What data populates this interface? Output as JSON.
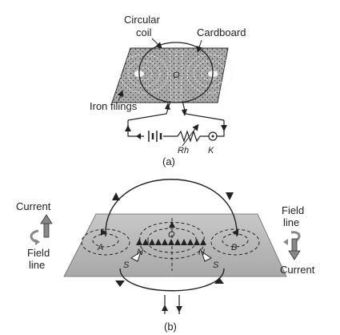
{
  "figure_a": {
    "label_circular": "Circular",
    "label_coil": "coil",
    "label_cardboard": "Cardboard",
    "label_iron_filings": "Iron filings",
    "label_center": "O",
    "label_rh": "Rh",
    "label_key": "K",
    "caption": "(a)"
  },
  "figure_b": {
    "label_current_left": "Current",
    "label_field_left_1": "Field",
    "label_field_left_2": "line",
    "label_field_right_1": "Field",
    "label_field_right_2": "line",
    "label_current_right": "Current",
    "label_A": "A",
    "label_B": "B",
    "label_O": "O",
    "label_N_left": "N",
    "label_S_left": "S",
    "label_N_right": "N",
    "label_S_right": "S",
    "caption": "(b)"
  },
  "colors": {
    "board_top": "#c9c9c9",
    "board_bottom": "#9a9a9a",
    "plane": "#b8b8b8",
    "ink": "#222222"
  }
}
